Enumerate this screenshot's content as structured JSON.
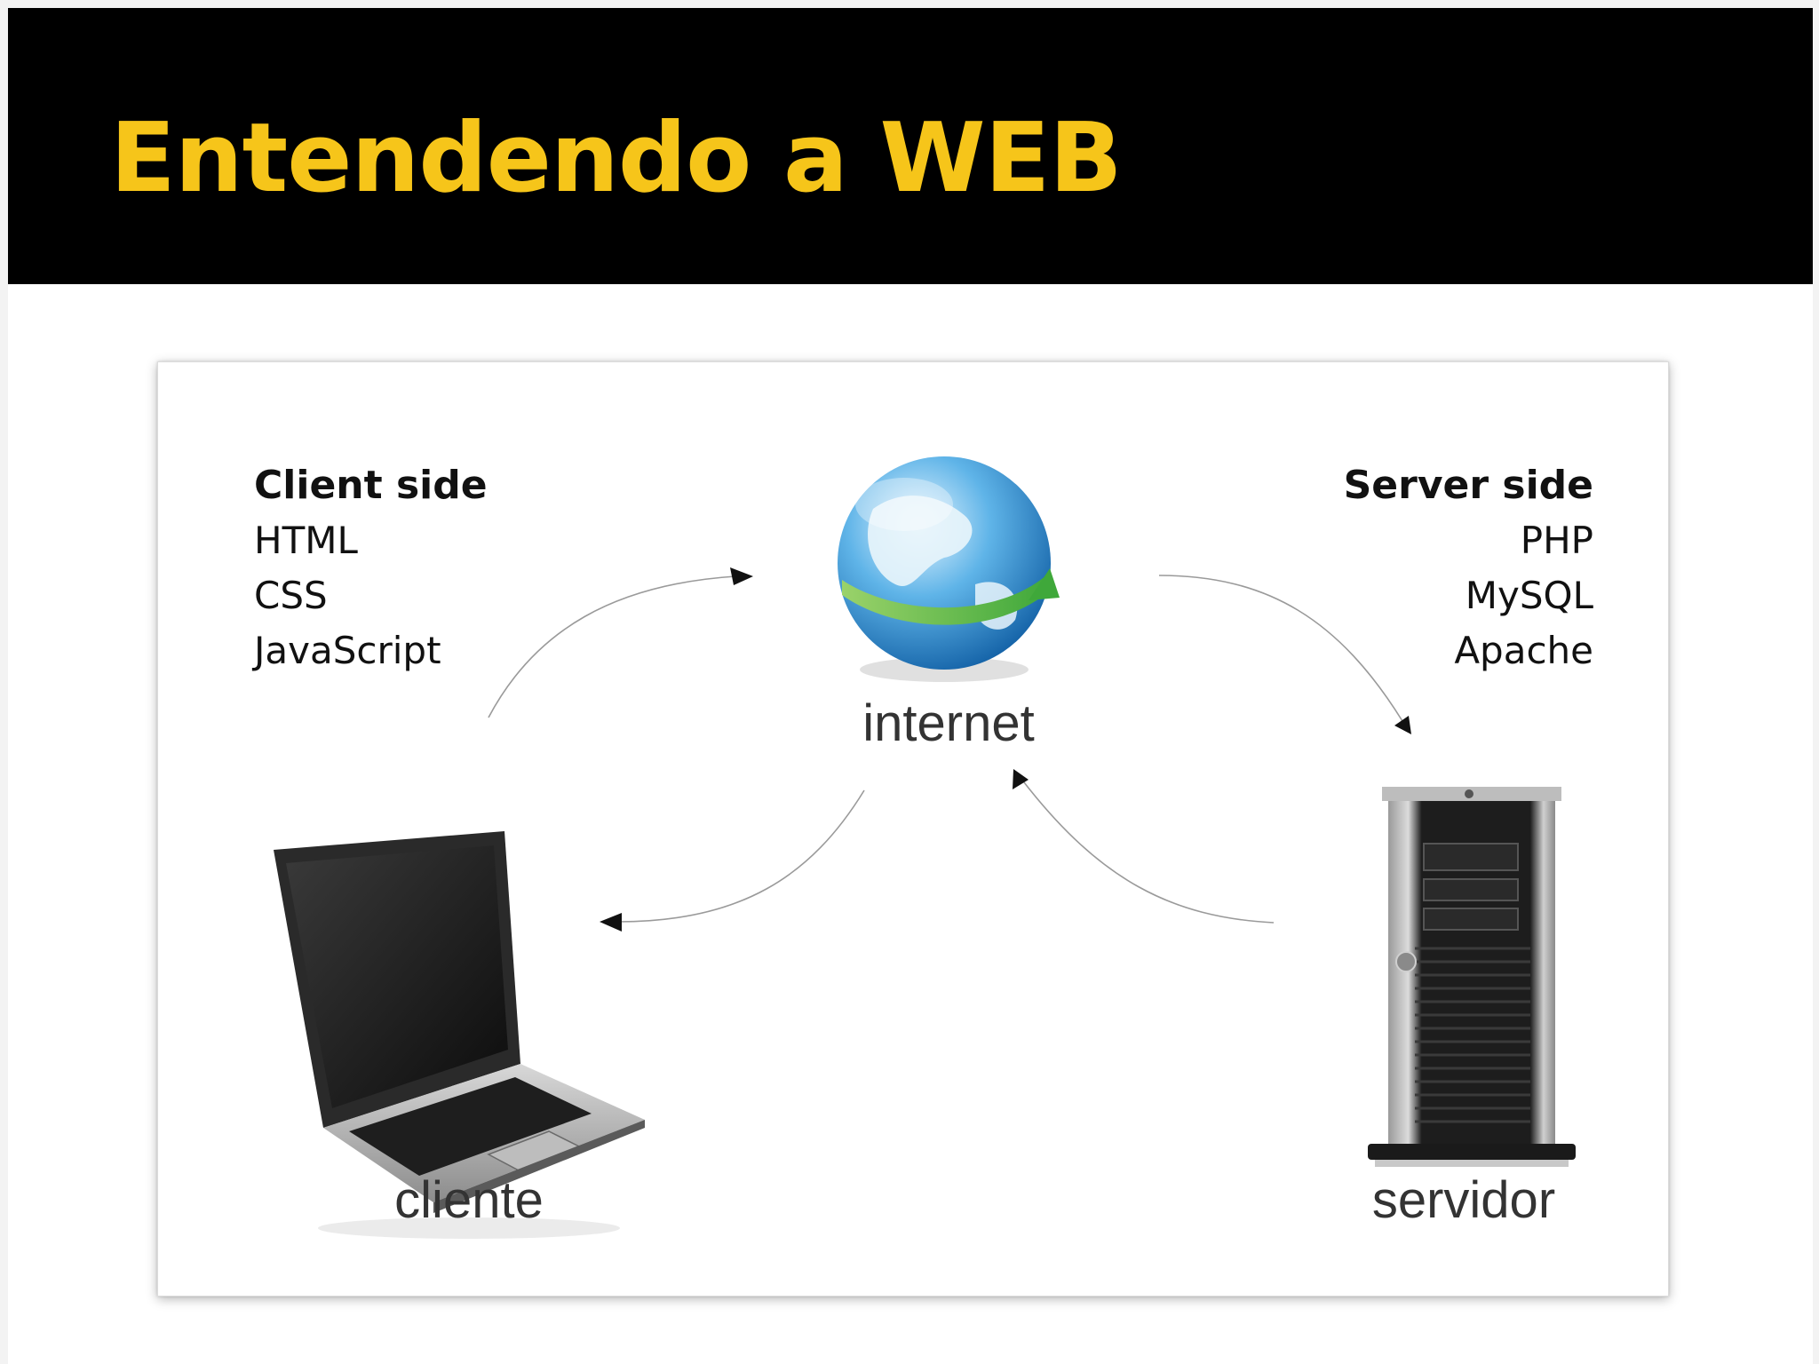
{
  "slide": {
    "title": "Entendendo a WEB",
    "title_color": "#f6c51a",
    "header_background": "#000000"
  },
  "diagram": {
    "client_side": {
      "heading": "Client side",
      "technologies": [
        "HTML",
        "CSS",
        "JavaScript"
      ]
    },
    "server_side": {
      "heading": "Server side",
      "technologies": [
        "PHP",
        "MySQL",
        "Apache"
      ]
    },
    "nodes": {
      "internet": {
        "label": "internet",
        "icon": "globe-icon"
      },
      "client": {
        "label": "cliente",
        "icon": "laptop-icon"
      },
      "server": {
        "label": "servidor",
        "icon": "server-tower-icon"
      }
    },
    "connections": [
      {
        "from": "cliente",
        "to": "internet"
      },
      {
        "from": "internet",
        "to": "servidor"
      },
      {
        "from": "servidor",
        "to": "internet"
      },
      {
        "from": "internet",
        "to": "cliente"
      }
    ]
  }
}
